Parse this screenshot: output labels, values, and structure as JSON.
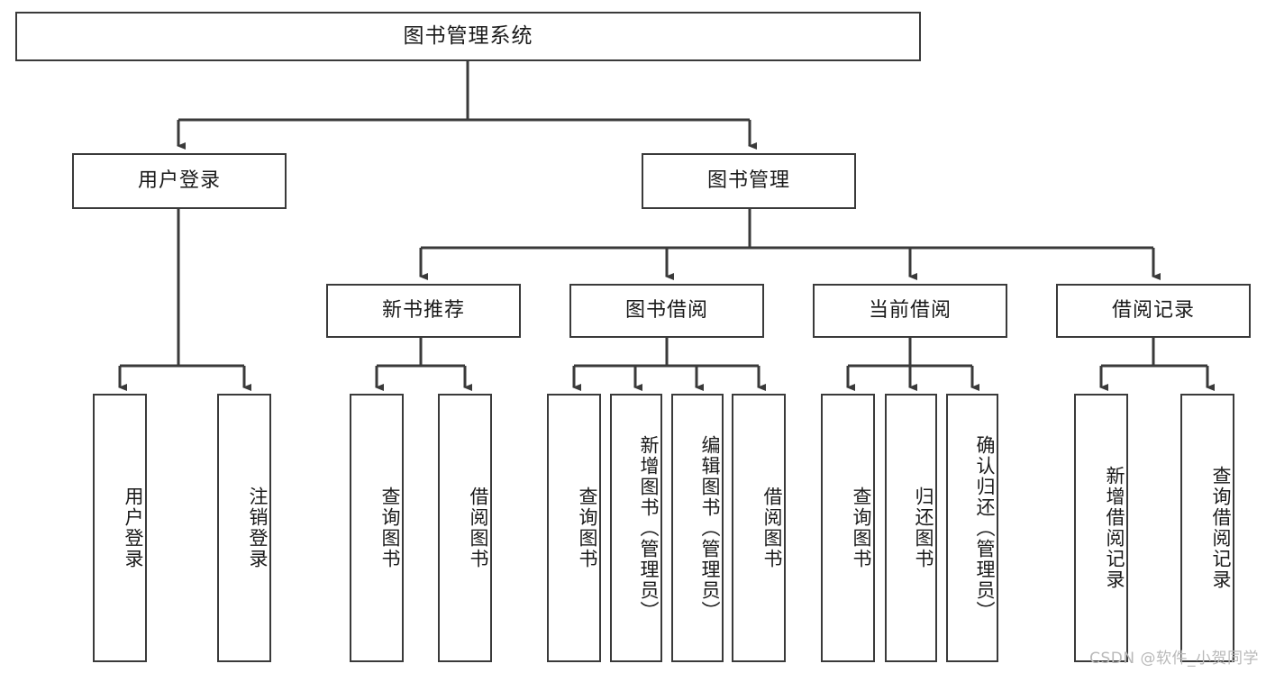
{
  "diagram": {
    "title_node": {
      "label": "图书管理系统"
    },
    "level2": [
      {
        "id": "user-login",
        "label": "用户登录"
      },
      {
        "id": "book-management",
        "label": "图书管理"
      }
    ],
    "level3": [
      {
        "id": "new-book-recommend",
        "label": "新书推荐"
      },
      {
        "id": "book-borrow",
        "label": "图书借阅"
      },
      {
        "id": "current-borrow",
        "label": "当前借阅"
      },
      {
        "id": "borrow-record",
        "label": "借阅记录"
      }
    ],
    "leaves": [
      {
        "id": "leaf-user-login",
        "label": "用户登录"
      },
      {
        "id": "leaf-logout-login",
        "label": "注销登录"
      },
      {
        "id": "leaf-query-book-1",
        "label": "查询图书"
      },
      {
        "id": "leaf-borrow-book-1",
        "label": "借阅图书"
      },
      {
        "id": "leaf-query-book-2",
        "label": "查询图书"
      },
      {
        "id": "leaf-add-book",
        "label": "新增图书（管理员）"
      },
      {
        "id": "leaf-edit-book",
        "label": "编辑图书（管理员）"
      },
      {
        "id": "leaf-borrow-book-2",
        "label": "借阅图书"
      },
      {
        "id": "leaf-query-book-3",
        "label": "查询图书"
      },
      {
        "id": "leaf-return-book",
        "label": "归还图书"
      },
      {
        "id": "leaf-confirm-return",
        "label": "确认归还（管理员）"
      },
      {
        "id": "leaf-add-borrow-record",
        "label": "新增借阅记录"
      },
      {
        "id": "leaf-query-borrow-record",
        "label": "查询借阅记录"
      }
    ]
  },
  "watermark": {
    "text": "CSDN @软件_小贺同学"
  },
  "colors": {
    "stroke": "#3a3a3a",
    "background": "#ffffff",
    "text": "#1a1a1a",
    "watermark": "#b9b9b9"
  }
}
